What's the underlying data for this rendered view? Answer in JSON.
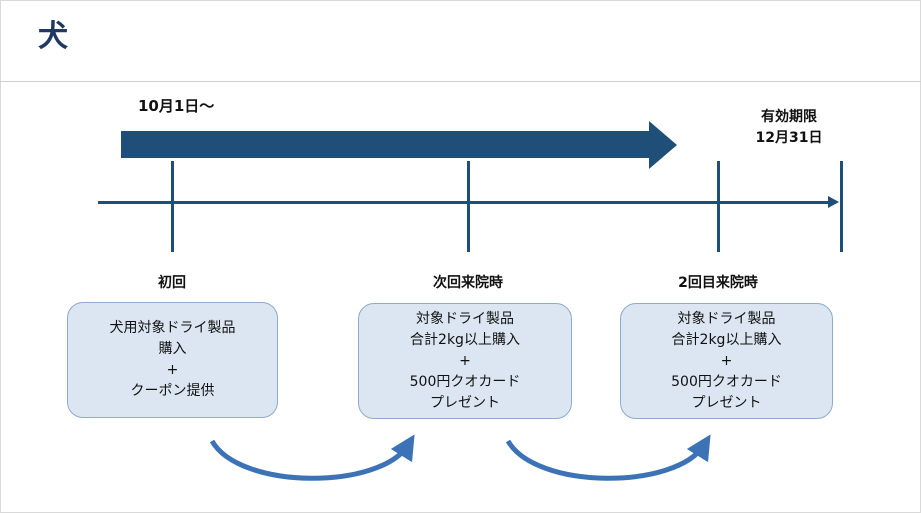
{
  "slide": {
    "title": "犬",
    "start_label": "10月1日～",
    "expiry_title": "有効期限",
    "expiry_date": "12月31日"
  },
  "stages": [
    {
      "label": "初回",
      "lines": [
        "犬用対象ドライ製品",
        "購入",
        "+",
        "クーポン提供"
      ]
    },
    {
      "label": "次回来院時",
      "lines": [
        "対象ドライ製品",
        "合計2kg以上購入",
        "+",
        "500円クオカード",
        "プレゼント"
      ]
    },
    {
      "label": "2回目来院時",
      "lines": [
        "対象ドライ製品",
        "合計2kg以上購入",
        "+",
        "500円クオカード",
        "プレゼント"
      ]
    }
  ],
  "colors": {
    "navy": "#1f4e79",
    "box_fill": "#dce6f2",
    "box_border": "#8eaacc",
    "curve": "#3c73b6"
  }
}
